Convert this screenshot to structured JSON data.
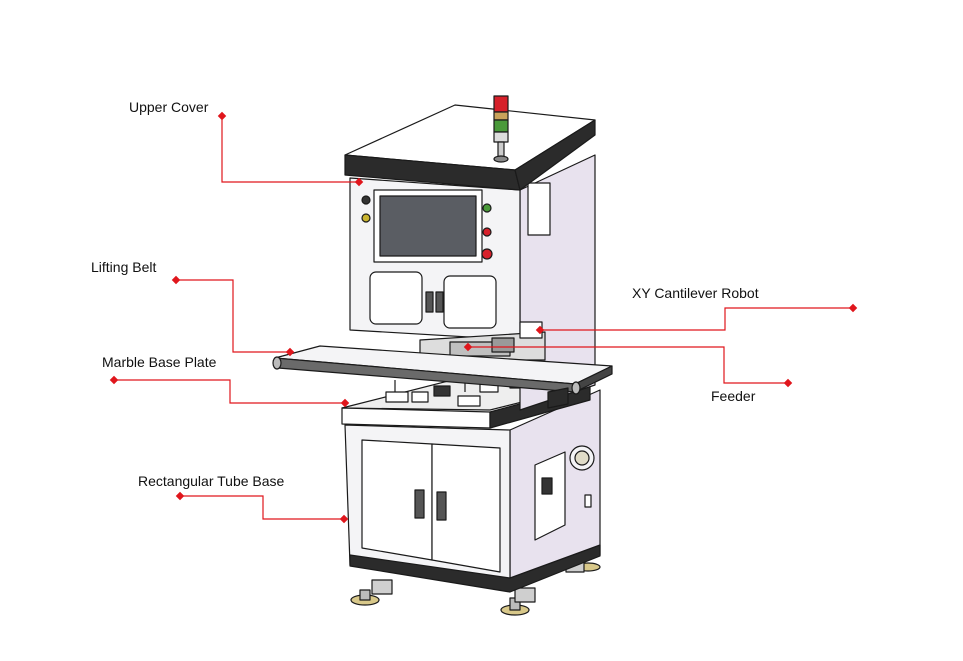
{
  "labels": {
    "upper_cover": "Upper Cover",
    "lifting_belt": "Lifting Belt",
    "marble_base_plate": "Marble Base Plate",
    "rectangular_tube_base": "Rectangular Tube Base",
    "xy_cantilever_robot": "XY Cantilever Robot",
    "feeder": "Feeder"
  },
  "colors": {
    "leader": "#e0161c",
    "outline": "#1a1a1a",
    "panel_white": "#f4f4f6",
    "side_lilac": "#e8e2ee",
    "dark_trim": "#2b2b2b",
    "screen": "#5a5d63",
    "tower_red": "#d6202a",
    "tower_green": "#4a9a3a",
    "tower_amber": "#c9a25a"
  }
}
